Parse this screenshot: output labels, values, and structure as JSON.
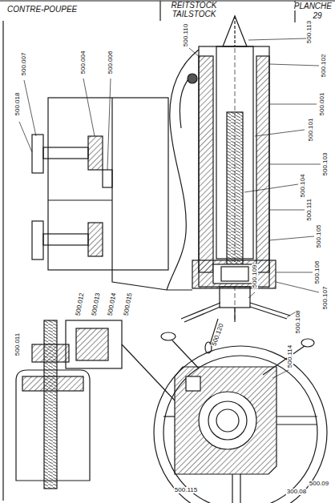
{
  "diagram": {
    "title": "CONTRE-POUPEE",
    "labels": [
      "REITSTOCK",
      "TAILSTOCK",
      "PLANCHE",
      "29",
      "500.110",
      "500.113",
      "500.102",
      "500.001",
      "500.101",
      "500.103",
      "500.104",
      "500.111",
      "500.007",
      "500.018",
      "500.004",
      "500.006",
      "500.105",
      "500.106",
      "500.107",
      "500.108",
      "500.109",
      "500.120",
      "500.011",
      "500.012",
      "500.013",
      "500.014",
      "500.015",
      "500.114",
      "500.115",
      "500.09",
      "300.08"
    ]
  }
}
